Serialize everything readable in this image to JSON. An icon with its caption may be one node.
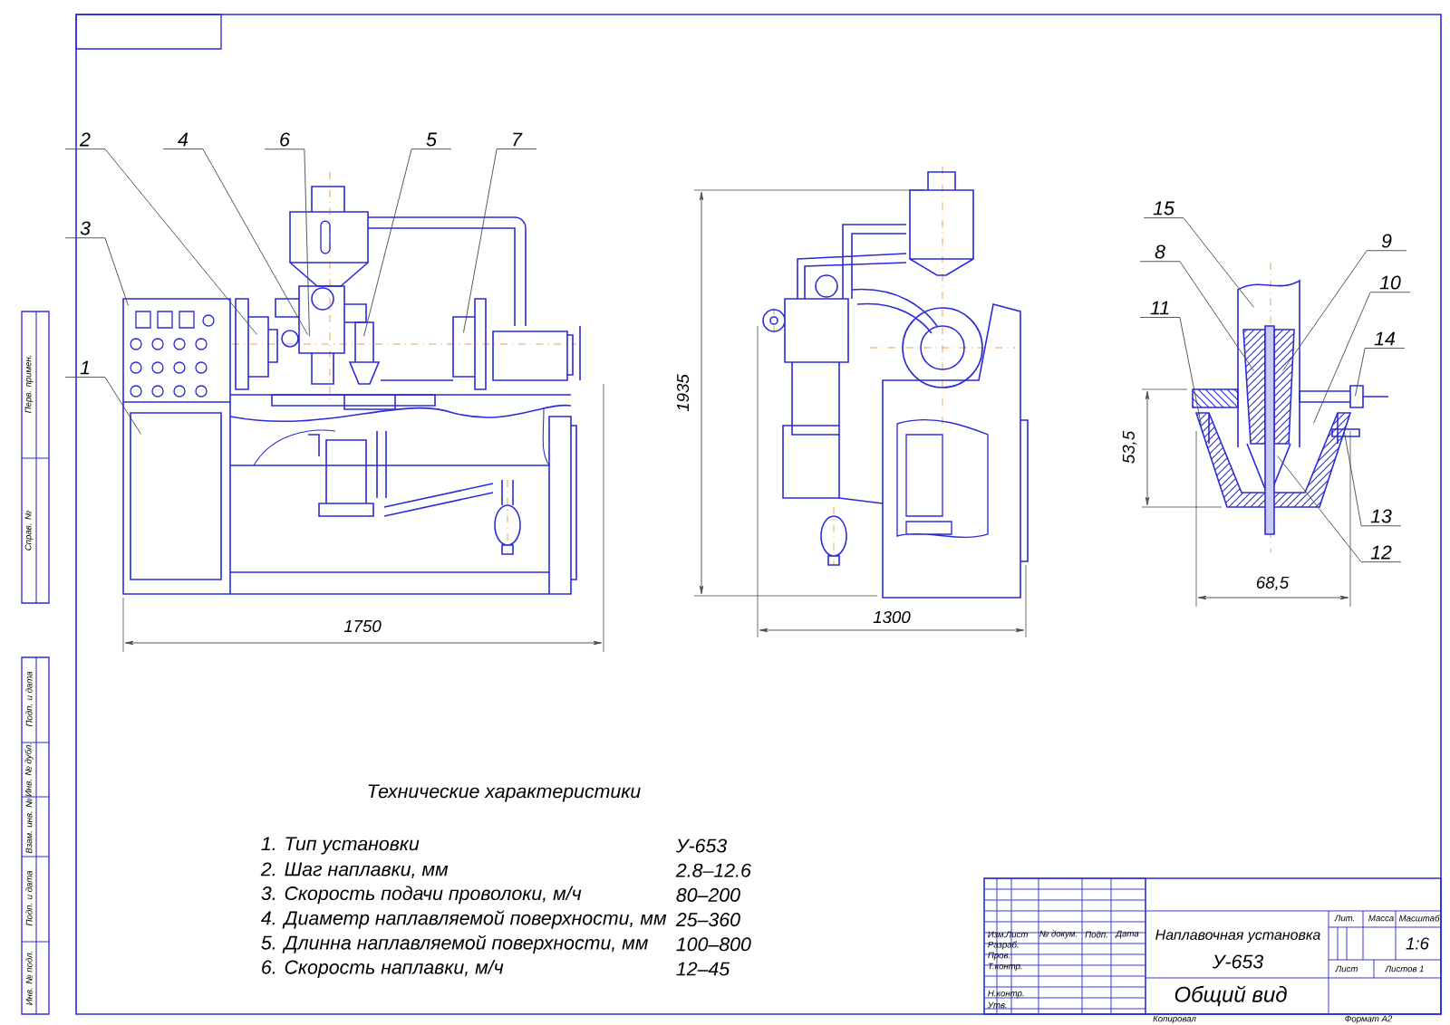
{
  "diagram": {
    "title": "Технические характеристики",
    "nodes": [
      {
        "text": [
          "2"
        ]
      },
      {
        "text": [
          "4"
        ]
      },
      {
        "text": [
          "6"
        ]
      },
      {
        "text": [
          "5"
        ]
      },
      {
        "text": [
          "7"
        ]
      },
      {
        "text": [
          "3"
        ]
      },
      {
        "text": [
          "1"
        ]
      },
      {
        "text": [
          "15"
        ]
      },
      {
        "text": [
          "8"
        ]
      },
      {
        "text": [
          "9"
        ]
      },
      {
        "text": [
          "10"
        ]
      },
      {
        "text": [
          "11"
        ]
      },
      {
        "text": [
          "14"
        ]
      },
      {
        "text": [
          "13"
        ]
      },
      {
        "text": [
          "12"
        ]
      },
      {
        "text": [],
        "shape": "picture"
      },
      {
        "text": [],
        "shape": "picture"
      },
      {
        "text": [],
        "shape": "picture"
      }
    ],
    "edges": [
      {
        "from": 0,
        "to": 15,
        "arrow": "none"
      },
      {
        "from": 1,
        "to": 15,
        "arrow": "none"
      },
      {
        "from": 2,
        "to": 15,
        "arrow": "none"
      },
      {
        "from": 3,
        "to": 15,
        "arrow": "none"
      },
      {
        "from": 4,
        "to": 15,
        "arrow": "none"
      },
      {
        "from": 5,
        "to": 15,
        "arrow": "none"
      },
      {
        "from": 6,
        "to": 15,
        "arrow": "none"
      },
      {
        "from": 7,
        "to": 17,
        "arrow": "none"
      },
      {
        "from": 8,
        "to": 17,
        "arrow": "none"
      },
      {
        "from": 9,
        "to": 17,
        "arrow": "none"
      },
      {
        "from": 10,
        "to": 17,
        "arrow": "none"
      },
      {
        "from": 11,
        "to": 17,
        "arrow": "none"
      },
      {
        "from": 12,
        "to": 17,
        "arrow": "none"
      },
      {
        "from": 13,
        "to": 17,
        "arrow": "none"
      },
      {
        "from": 14,
        "to": 17,
        "arrow": "none"
      }
    ],
    "labels": [
      "1750",
      "1935",
      "1300",
      "53,5",
      "68,5",
      "1. Тип установки",
      "У-653",
      "2. Шаг наплавки, мм",
      "2.8–12.6",
      "3. Скорость подачи проволоки, м/ч",
      "80–200",
      "4. Диаметр наплавляемой поверхности, мм",
      "25–360",
      "5. Длинна наплавляемой поверхности, мм",
      "100–800",
      "6. Скорость наплавки, м/ч",
      "12–45",
      "Изм.",
      "Лист",
      "№ докум.",
      "Подп.",
      "Дата",
      "Наплавочная установка",
      "У-653",
      "Лит.",
      "Масса",
      "Масштаб",
      "Разраб.",
      "Пров.",
      "Т.контр.",
      "1:6",
      "Лист",
      "Листов 1",
      "Н.контр.",
      "Утв.",
      "Общий вид",
      "Копировал",
      "Формат A2",
      "Перв. примен.",
      "Справ. №",
      "Подп. и дата",
      "Инв. № дубл.",
      "Взам. инв. №",
      "Подп. и дата",
      "Инв. № подл."
    ]
  }
}
